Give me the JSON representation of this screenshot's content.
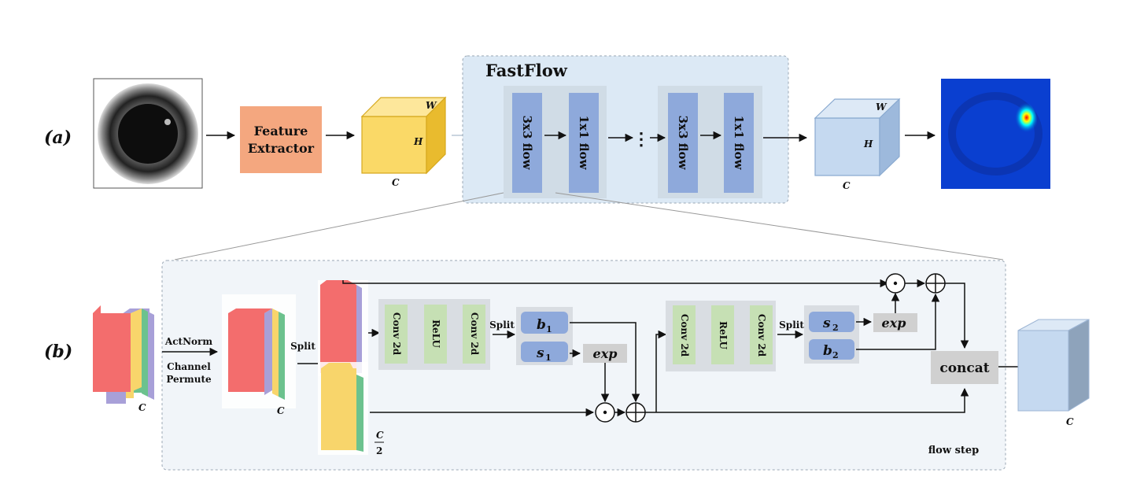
{
  "panel_a": {
    "label": "(a)",
    "feature_extractor": [
      "Feature",
      "Extractor"
    ],
    "input_cube": {
      "w": "W",
      "h": "H",
      "c": "C"
    },
    "fastflow": {
      "title": "FastFlow",
      "blocks": [
        "3x3 flow",
        "1x1 flow",
        "3x3 flow",
        "1x1 flow"
      ],
      "ellipsis": "⋮"
    },
    "output_cube": {
      "w": "W",
      "h": "H",
      "c": "C"
    }
  },
  "panel_b": {
    "label": "(b)",
    "actnorm": "ActNorm",
    "channel_permute": [
      "Channel",
      "Permute"
    ],
    "c_input": "C",
    "c_permuted": "C",
    "split": "Split",
    "half_c": {
      "num": "C",
      "den": "2"
    },
    "subnet1": [
      "Conv 2d",
      "ReLU",
      "Conv 2d"
    ],
    "split_s1": "Split",
    "b1": "b",
    "b1_sub": "1",
    "s1": "s",
    "s1_sub": "1",
    "exp1": "exp",
    "subnet2": [
      "Conv 2d",
      "ReLU",
      "Conv 2d"
    ],
    "split_s2": "Split",
    "s2": "s",
    "s2_sub": "2",
    "b2": "b",
    "b2_sub": "2",
    "exp2": "exp",
    "odot": "⊙",
    "oplus": "⊕",
    "concat": "concat",
    "flow_step": "flow step",
    "c_output": "C"
  },
  "colors": {
    "fastflow_bg": "#dce9f5",
    "panel_b_bg": "#f1f5f9",
    "feature_extractor": "#f4a77f",
    "cube_yellow": "#fad967",
    "cube_blue": "#c5d9f0",
    "flow_block": "#8ea9db",
    "conv_green": "#c6e0b4",
    "gray_box": "#d0d0d0",
    "channel_red": "#f36d6d",
    "channel_yellow": "#f8d56b",
    "channel_green": "#6cc28e",
    "channel_purple": "#a8a0d8"
  }
}
